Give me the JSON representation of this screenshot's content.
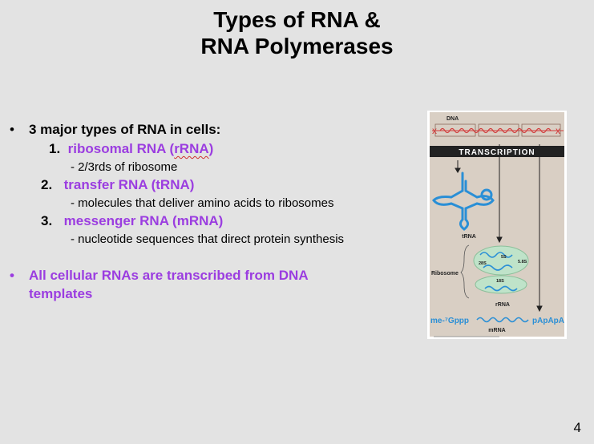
{
  "title": {
    "line1": "Types of RNA &",
    "line2": "RNA Polymerases"
  },
  "bullets": {
    "main": "3 major types of RNA in cells:",
    "items": [
      {
        "num": "1.",
        "label_pre": "ribosomal RNA (",
        "label_abbr": "rRNA",
        "label_post": ")",
        "detail": "- 2/3rds of ribosome"
      },
      {
        "num": "2.",
        "label": "transfer RNA (tRNA)",
        "detail": "- molecules that deliver amino acids to ribosomes"
      },
      {
        "num": "3.",
        "label": "messenger RNA (mRNA)",
        "detail": "- nucleotide sequences that direct protein synthesis"
      }
    ],
    "second_line1": "All cellular RNAs are transcribed from DNA",
    "second_line2": "templates"
  },
  "figure": {
    "dna_label": "DNA",
    "transcription_label": "TRANSCRIPTION",
    "trna_label": "tRNA",
    "ribosome_label": "Ribosome",
    "s28": "28S",
    "s5": "5S",
    "s58": "5.8S",
    "s18": "18S",
    "rrna_label": "rRNA",
    "mrna_left": "me-⁷Gppp",
    "mrna_right": "pApApA",
    "mrna_label": "mRNA"
  },
  "colors": {
    "accent_purple": "#9b3de0",
    "figure_bg": "#d9cfc4",
    "rna_blue": "#2a8fd6",
    "dna_red": "#d23a3a",
    "ribosome_green": "#bfe3c9"
  },
  "page_number": "4"
}
